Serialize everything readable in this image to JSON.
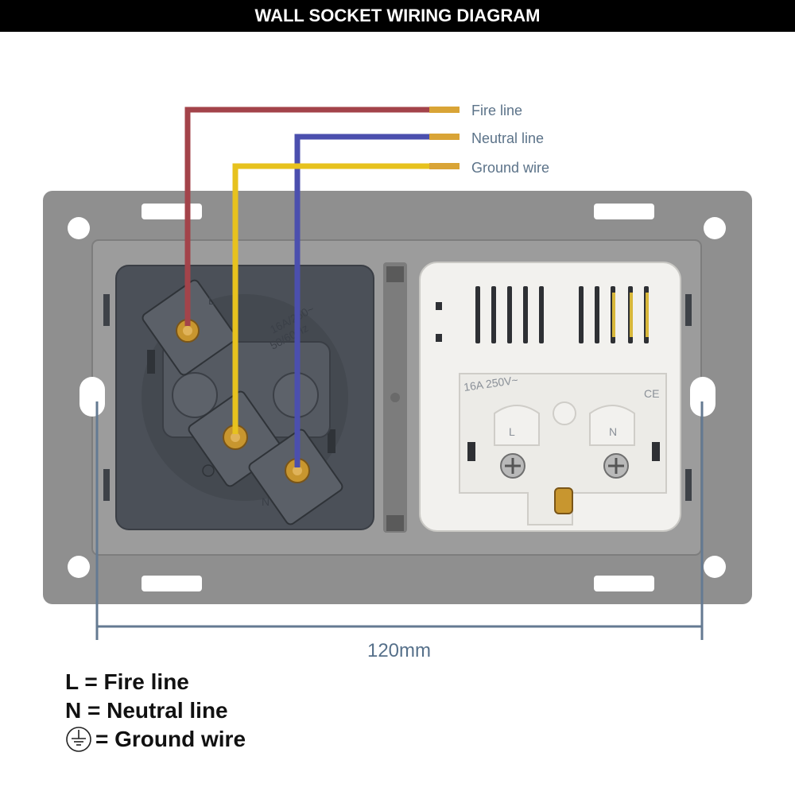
{
  "title": "WALL SOCKET WIRING DIAGRAM",
  "wires": [
    {
      "label": "Fire line",
      "color": "#a3434a"
    },
    {
      "label": "Neutral line",
      "color": "#4b4fae"
    },
    {
      "label": "Ground wire",
      "color": "#e7c21e"
    }
  ],
  "dimension": {
    "label": "120mm"
  },
  "socket_markings": {
    "left_rating_1": "16A/250~",
    "left_rating_2": "50/60Hz",
    "right_rating": "16A 250V~",
    "L": "L",
    "N": "N",
    "ce": "CE"
  },
  "legend": {
    "l_text": "L = Fire line",
    "n_text": "N = Neutral line",
    "ground_text": "= Ground wire"
  },
  "colors": {
    "plate": "#8e8e8e",
    "dark_socket": "#4b5058",
    "white_socket": "#f2f1ee",
    "dimension_line": "#647a92"
  }
}
